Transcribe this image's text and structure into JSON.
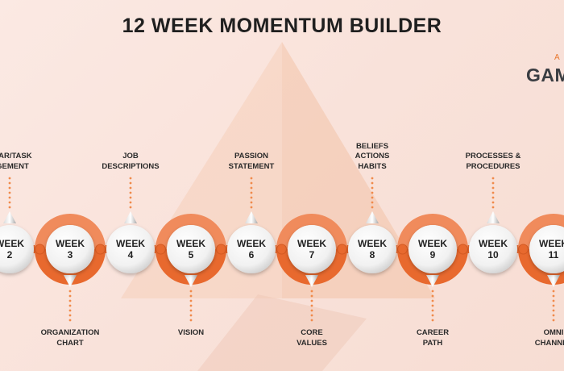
{
  "title": "12 WEEK MOMENTUM BUILDER",
  "logo": {
    "small": "A",
    "main": "GAM"
  },
  "colors": {
    "accent": "#e8692e",
    "ring": "#f08b5c",
    "dots": "#f08a4b",
    "text": "#222222"
  },
  "milestones": [
    {
      "week_label": "WEEK",
      "week_number": "2",
      "label": "NDAR/TASK\nAGEMENT",
      "position": "top"
    },
    {
      "week_label": "WEEK",
      "week_number": "3",
      "label": "ORGANIZATION\nCHART",
      "position": "bottom"
    },
    {
      "week_label": "WEEK",
      "week_number": "4",
      "label": "JOB\nDESCRIPTIONS",
      "position": "top"
    },
    {
      "week_label": "WEEK",
      "week_number": "5",
      "label": "VISION",
      "position": "bottom"
    },
    {
      "week_label": "WEEK",
      "week_number": "6",
      "label": "PASSION\nSTATEMENT",
      "position": "top"
    },
    {
      "week_label": "WEEK",
      "week_number": "7",
      "label": "CORE\nVALUES",
      "position": "bottom"
    },
    {
      "week_label": "WEEK",
      "week_number": "8",
      "label": "BELIEFS\nACTIONS\nHABITS",
      "position": "top"
    },
    {
      "week_label": "WEEK",
      "week_number": "9",
      "label": "CAREER\nPATH",
      "position": "bottom"
    },
    {
      "week_label": "WEEK",
      "week_number": "10",
      "label": "PROCESSES &\nPROCEDURES",
      "position": "top"
    },
    {
      "week_label": "WEEK",
      "week_number": "11",
      "label": "OMNI\nCHANNEL",
      "position": "bottom"
    }
  ]
}
